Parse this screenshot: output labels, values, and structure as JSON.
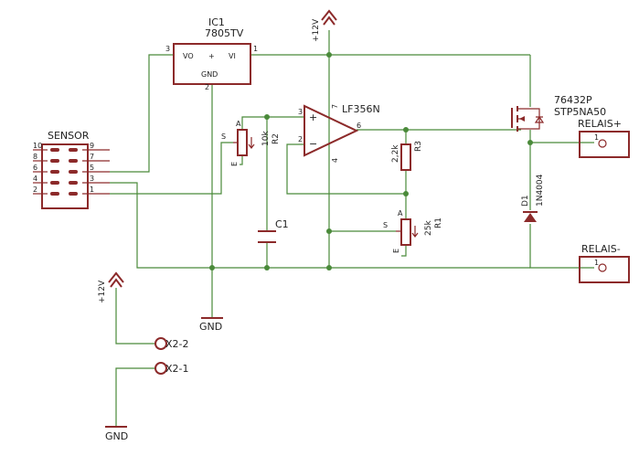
{
  "ic1": {
    "name": "IC1",
    "value": "7805TV",
    "pin_vo": "VO",
    "pin_plus": "+",
    "pin_vi": "VI",
    "pin_gnd": "GND",
    "pin3": "3",
    "pin1": "1",
    "pin2": "2"
  },
  "sensor": {
    "name": "SENSOR",
    "pins_left": [
      "10",
      "8",
      "6",
      "4",
      "2"
    ],
    "pins_right": [
      "9",
      "7",
      "5",
      "3",
      "1"
    ]
  },
  "opamp": {
    "name": "LF356N",
    "pin3": "3",
    "pin2": "2",
    "pin6": "6",
    "pin7": "7",
    "pin4": "4",
    "plus": "+",
    "minus": "−"
  },
  "r2": {
    "name": "R2",
    "value": "10k",
    "pin_a": "A",
    "pin_s": "S",
    "pin_e": "E"
  },
  "r1": {
    "name": "R1",
    "value": "25k",
    "pin_a": "A",
    "pin_s": "S",
    "pin_e": "E"
  },
  "r3": {
    "name": "R3",
    "value": "2,2k"
  },
  "c1": {
    "name": "C1"
  },
  "mosfet": {
    "part": "76432P",
    "value": "STP5NA50"
  },
  "d1": {
    "name": "D1",
    "value": "1N4004"
  },
  "relay_plus": {
    "name": "RELAIS+",
    "pin": "1"
  },
  "relay_minus": {
    "name": "RELAIS-",
    "pin": "1"
  },
  "supply_top": {
    "label": "+12V"
  },
  "supply_left": {
    "label": "+12V"
  },
  "gnd1": {
    "label": "GND"
  },
  "gnd2": {
    "label": "GND"
  },
  "x2_2": {
    "label": "X2-2"
  },
  "x2_1": {
    "label": "X2-1"
  },
  "colors": {
    "wire": "#4a8a3a",
    "part": "#8c2a2a",
    "text": "#222222",
    "background": "#ffffff"
  }
}
